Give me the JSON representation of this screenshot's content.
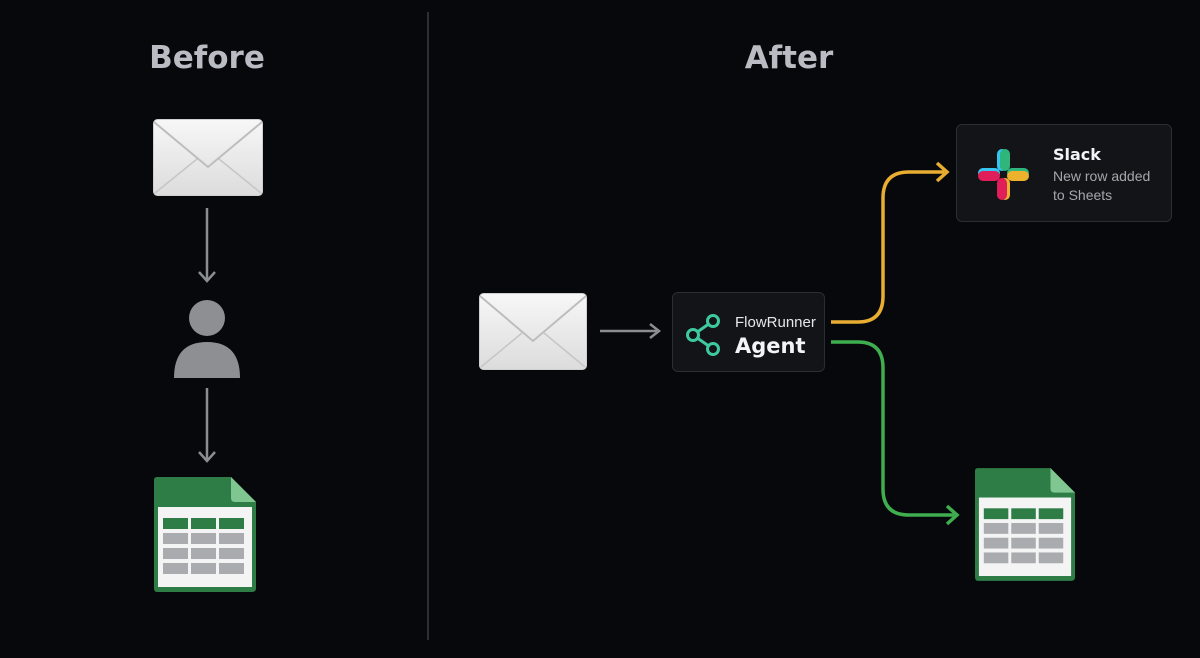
{
  "before": {
    "heading": "Before"
  },
  "after": {
    "heading": "After",
    "agent": {
      "brand": "FlowRunner",
      "title": "Agent"
    },
    "slack": {
      "title": "Slack",
      "message": "New row added to Sheets"
    }
  },
  "colors": {
    "background": "#06080b",
    "arrow_gray": "#8a8d92",
    "slack_branch": "#e9ad32",
    "sheets_branch": "#3fae4f",
    "agent_icon": "#3ec9a0",
    "sheet_green": "#2e7d46"
  },
  "icons": [
    "envelope-icon",
    "person-icon",
    "spreadsheet-icon",
    "share-nodes-icon",
    "slack-logo-icon"
  ]
}
